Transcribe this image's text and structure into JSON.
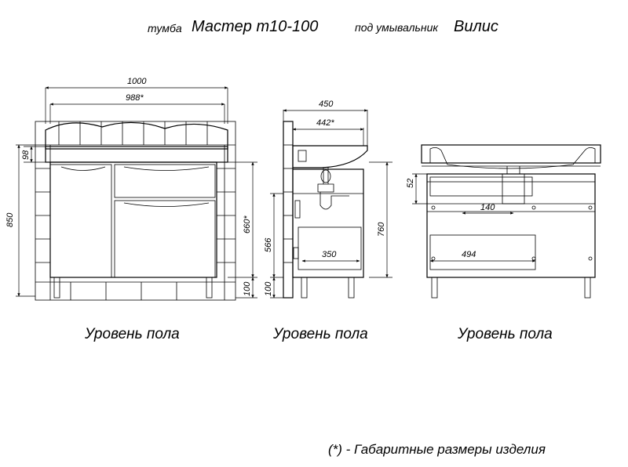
{
  "title": {
    "prefix": "тумба",
    "model": "Мастер т10-100",
    "middle": "под умывальник",
    "sink": "Вилис"
  },
  "views": {
    "front": {
      "width_total": "1000",
      "width_body": "988*",
      "height_total": "850",
      "sink_height": "98",
      "body_height": "660*",
      "leg_height": "100",
      "floor_label": "Уровень пола"
    },
    "side": {
      "depth_total": "450",
      "depth_body": "442*",
      "height_body": "760",
      "inner_height": "566",
      "leg_height": "100",
      "drawer_depth": "350",
      "floor_label": "Уровень пола"
    },
    "back": {
      "top_offset": "52",
      "opening_140": "140",
      "opening_494": "494",
      "floor_label": "Уровень пола"
    }
  },
  "footnote": "(*) - Габаритные размеры изделия"
}
